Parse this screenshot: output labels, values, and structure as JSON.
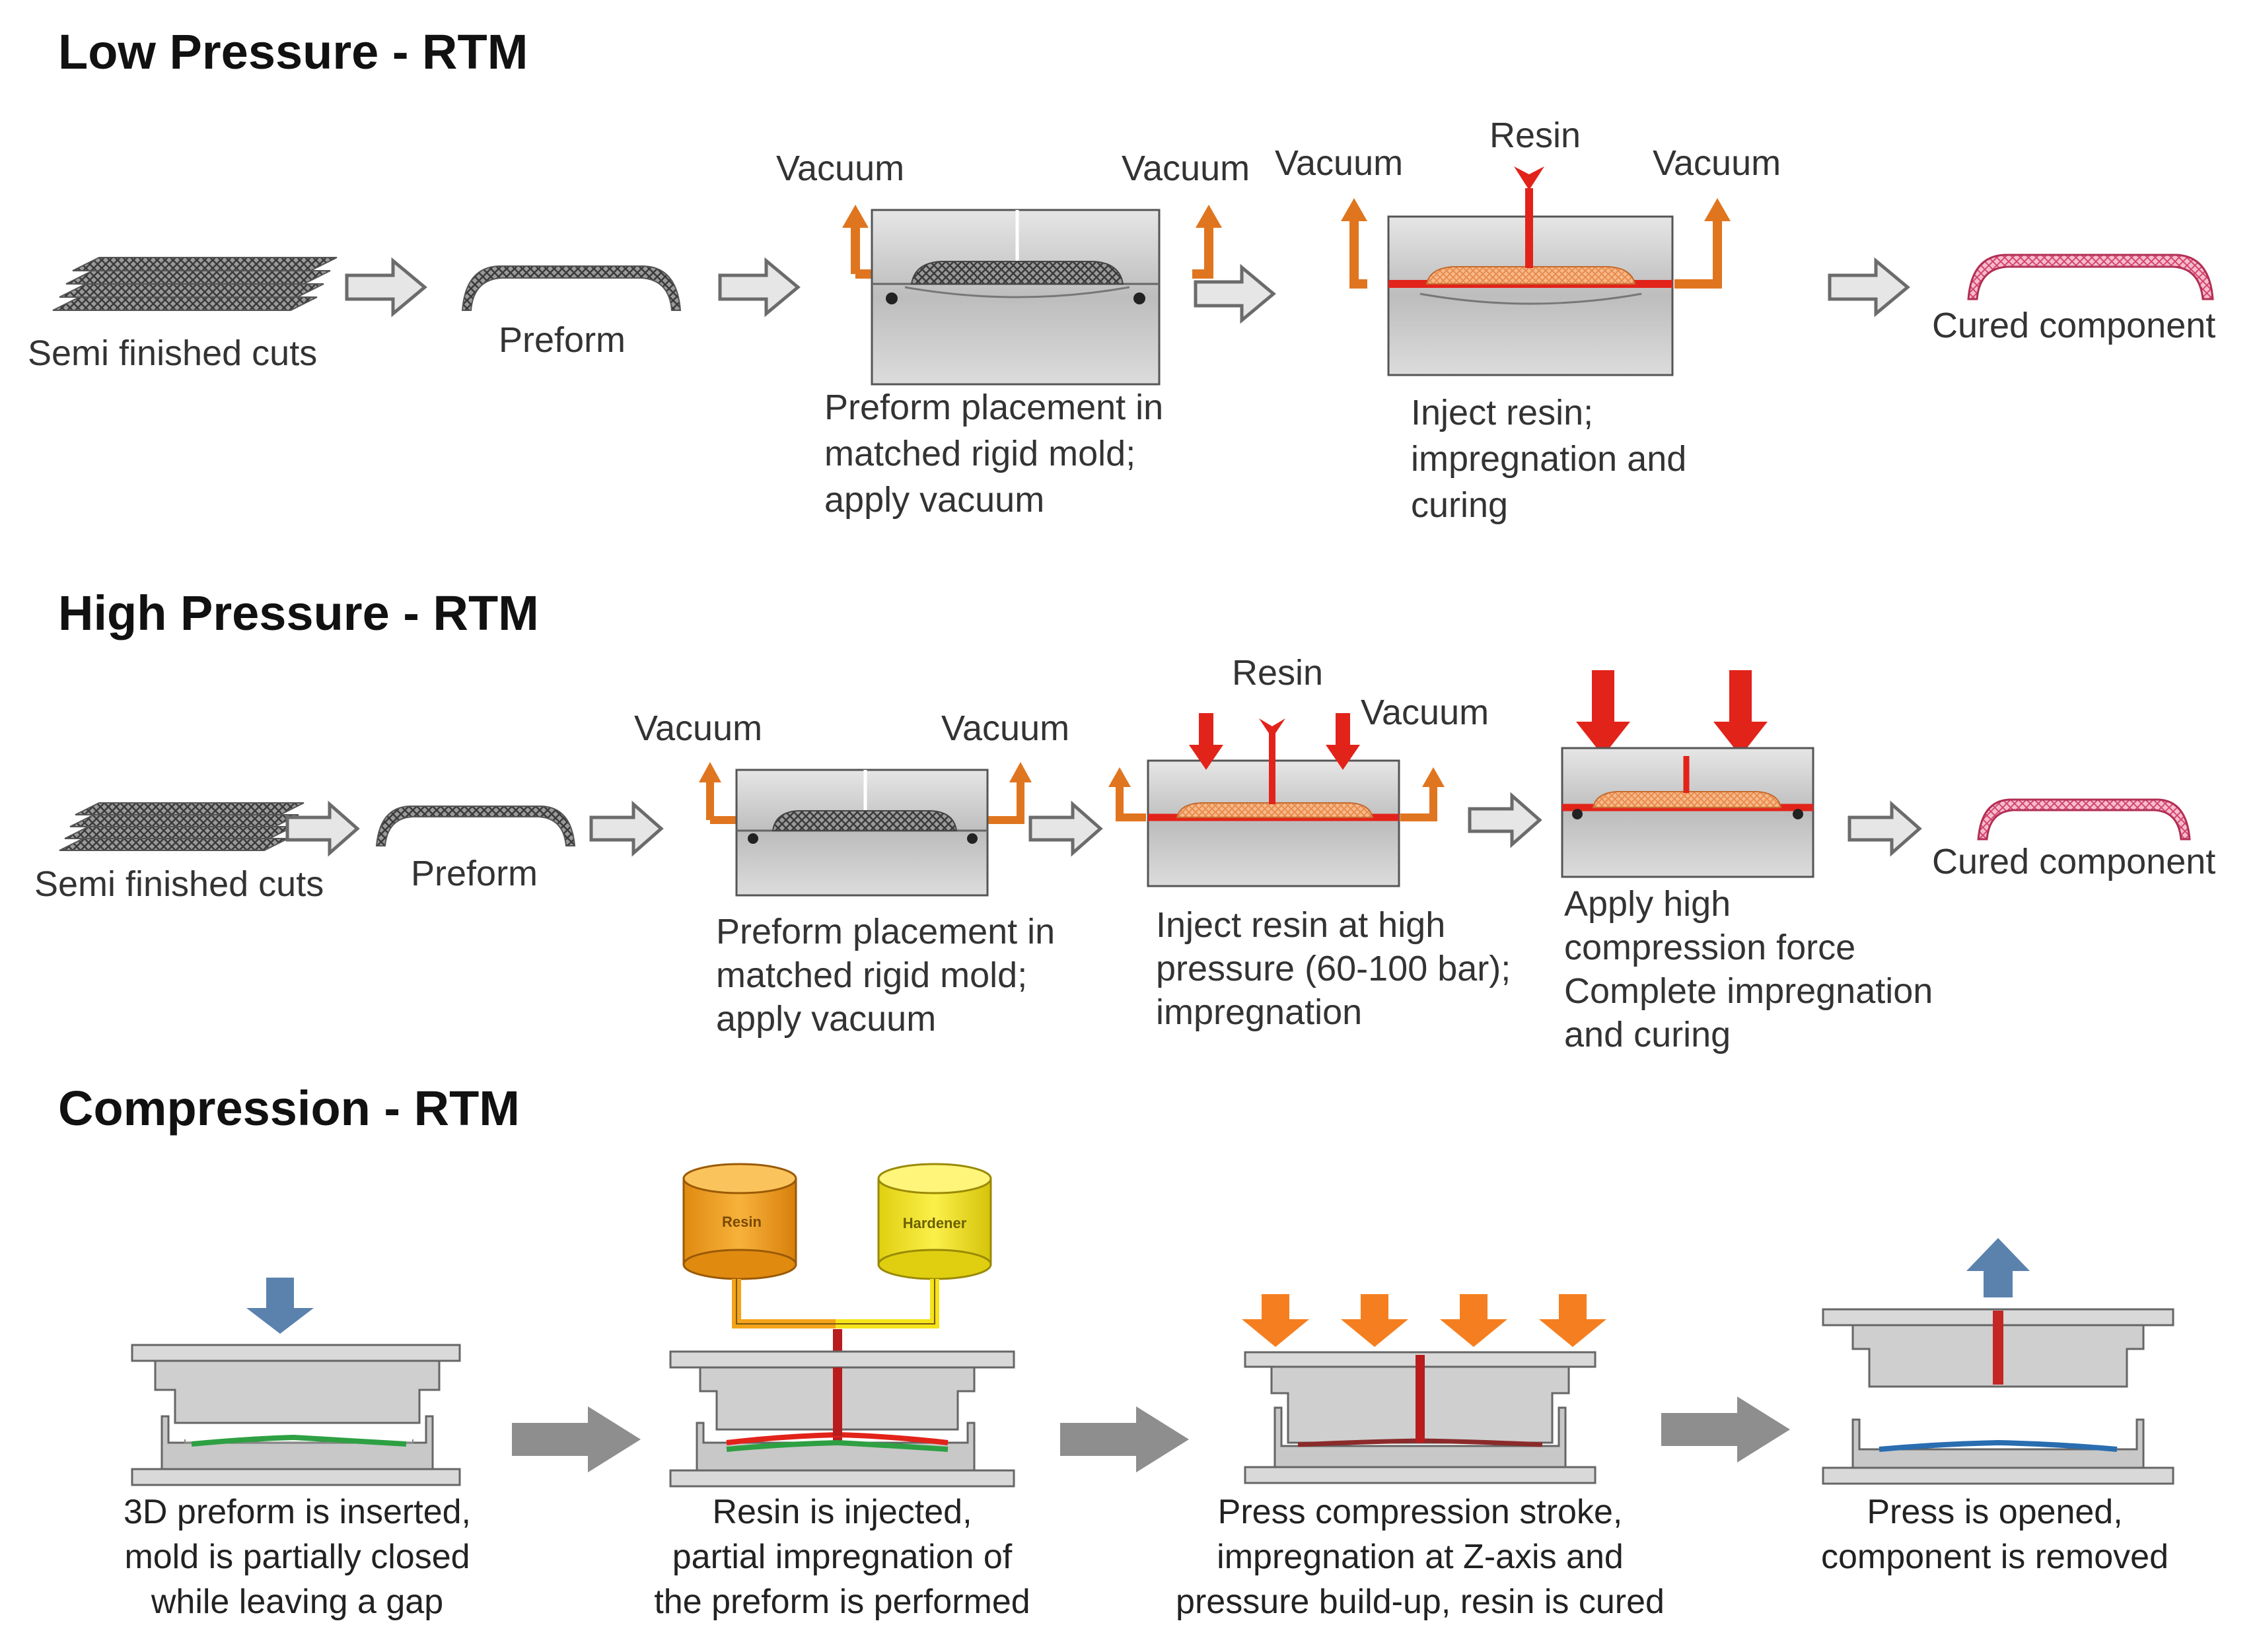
{
  "sections": [
    {
      "title": "Low Pressure - RTM",
      "labels": {
        "semi": "Semi finished cuts",
        "preform": "Preform",
        "vacuum_1": "Vacuum",
        "vacuum_2": "Vacuum",
        "vacuum_3": "Vacuum",
        "vacuum_4": "Vacuum",
        "resin": "Resin",
        "cured": "Cured component"
      },
      "descriptions": {
        "placement": [
          "Preform placement in",
          "matched rigid mold;",
          "apply vacuum"
        ],
        "inject": [
          "Inject resin;",
          "impregnation and",
          "curing"
        ]
      }
    },
    {
      "title": "High Pressure - RTM",
      "labels": {
        "semi": "Semi finished cuts",
        "preform": "Preform",
        "vacuum_1": "Vacuum",
        "vacuum_2": "Vacuum",
        "vacuum_3": "Vacuum",
        "resin": "Resin",
        "cured": "Cured component"
      },
      "descriptions": {
        "placement": [
          "Preform placement in",
          "matched rigid mold;",
          "apply vacuum"
        ],
        "inject": [
          "Inject resin at high",
          "pressure (60-100 bar);",
          "impregnation"
        ],
        "compress": [
          "Apply high",
          "compression force",
          "Complete impregnation",
          "and curing"
        ]
      }
    },
    {
      "title": "Compression - RTM",
      "tanks": {
        "resin": "Resin",
        "hardener": "Hardener"
      },
      "steps": [
        [
          "3D preform is inserted,",
          "mold is partially closed",
          "while leaving a gap"
        ],
        [
          "Resin is injected,",
          "partial impregnation of",
          "the preform is performed"
        ],
        [
          "Press compression stroke,",
          "impregnation at Z-axis and",
          "pressure build-up, resin is cured"
        ],
        [
          "Press is opened,",
          "component is removed"
        ]
      ]
    }
  ],
  "colors": {
    "resin_red": "#e2231a",
    "vacuum_orange": "#e0751f",
    "press_orange": "#f57f20",
    "press_blue": "#5b82ad",
    "tank_orange": "#f5a31a",
    "tank_yellow": "#f5e41a",
    "mold_gray": "#c9c9c9",
    "arrow_gray": "#8e8e8e",
    "cured_pink": "#e36a8c",
    "fibre_green": "#2ea043",
    "part_blue": "#2a6db0"
  },
  "icons": [
    "hollow-right-arrow-icon",
    "vacuum-arrow-icon",
    "resin-inlet-arrow-icon",
    "press-force-arrow-icon",
    "mold-icon",
    "resin-tank-icon"
  ]
}
